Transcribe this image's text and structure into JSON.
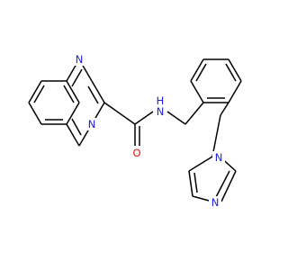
{
  "molecule": {
    "colors": {
      "bond": "#000000",
      "nitrogen": "#2020d8",
      "oxygen": "#e11010",
      "background": "#ffffff"
    },
    "atom_labels": {
      "quinoxaline_n_top": "N",
      "quinoxaline_n_bottom": "N",
      "amide_nh": "N",
      "amide_h": "H",
      "carbonyl_o": "O",
      "imidazole_n1": "N",
      "imidazole_n3": "N"
    }
  }
}
